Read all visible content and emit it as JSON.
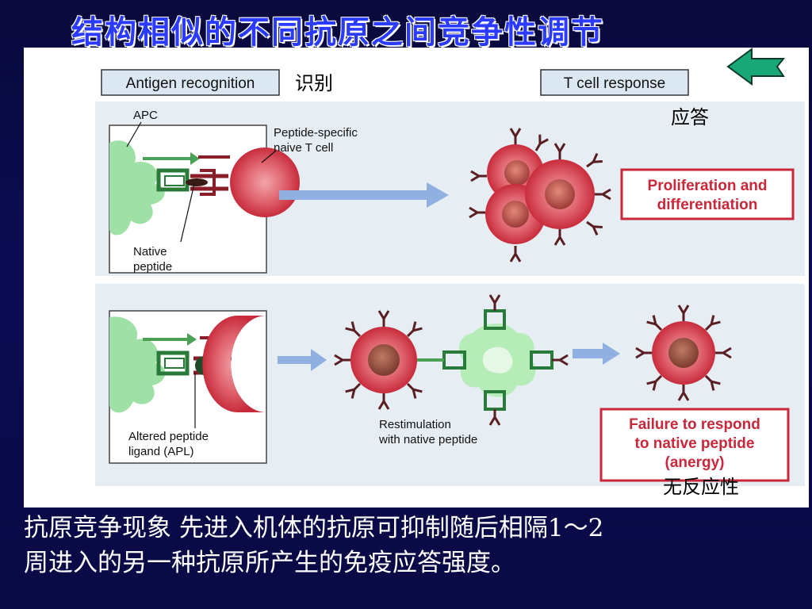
{
  "slide": {
    "title": "结构相似的不同抗原之间竞争性调节",
    "caption_line1": "抗原竞争现象  先进入机体的抗原可抑制随后相隔1～2",
    "caption_line2": "周进入的另一种抗原所产生的免疫应答强度。"
  },
  "figure": {
    "antigen_recognition_label": "Antigen recognition",
    "recognition_cn": "识别",
    "tcell_response_label": "T cell response",
    "response_cn": "应答",
    "apc_label": "APC",
    "tcell_label_line1": "Peptide-specific",
    "tcell_label_line2": "naive T cell",
    "native_peptide_line1": "Native",
    "native_peptide_line2": "peptide",
    "proliferation_line1": "Proliferation and",
    "proliferation_line2": "differentiation",
    "apl_line1": "Altered peptide",
    "apl_line2": "ligand (APL)",
    "restim_line1": "Restimulation",
    "restim_line2": "with native peptide",
    "failure_line1": "Failure to respond",
    "failure_line2": "to native peptide",
    "failure_line3": "(anergy)",
    "anergy_cn": "无反应性"
  },
  "nav": {
    "back_icon": "green-left-arrow-icon"
  },
  "colors": {
    "title": "#2a3aff",
    "background": "#0c0c55",
    "apc_green": "#9fe0a6",
    "tcell_red": "#d83a48",
    "box_red": "#c8283a",
    "arrow_blue": "#8fb0e0",
    "nav_arrow": "#18a878"
  }
}
